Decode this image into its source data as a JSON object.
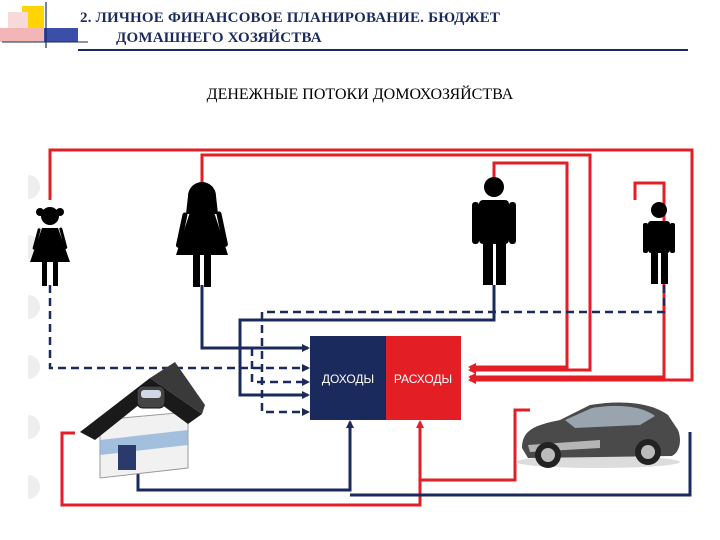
{
  "header": {
    "line1": "2. ЛИЧНОЕ ФИНАНСОВОЕ ПЛАНИРОВАНИЕ. БЮДЖЕТ",
    "line2": "ДОМАШНЕГО ХОЗЯЙСТВА"
  },
  "diagram": {
    "title": "ДЕНЕЖНЫЕ ПОТОКИ ДОМОХОЗЯЙСТВА",
    "income_label": "ДОХОДЫ",
    "expenses_label": "РАСХОДЫ"
  },
  "colors": {
    "income_flow": "#1b2a5c",
    "expense_flow": "#e31e24",
    "income_box": "#1b2a5c",
    "expense_box": "#e31e24",
    "header_text": "#1b2a5c"
  },
  "icons": [
    "girl-icon",
    "woman-icon",
    "man-icon",
    "boy-icon",
    "house-icon",
    "car-icon"
  ]
}
